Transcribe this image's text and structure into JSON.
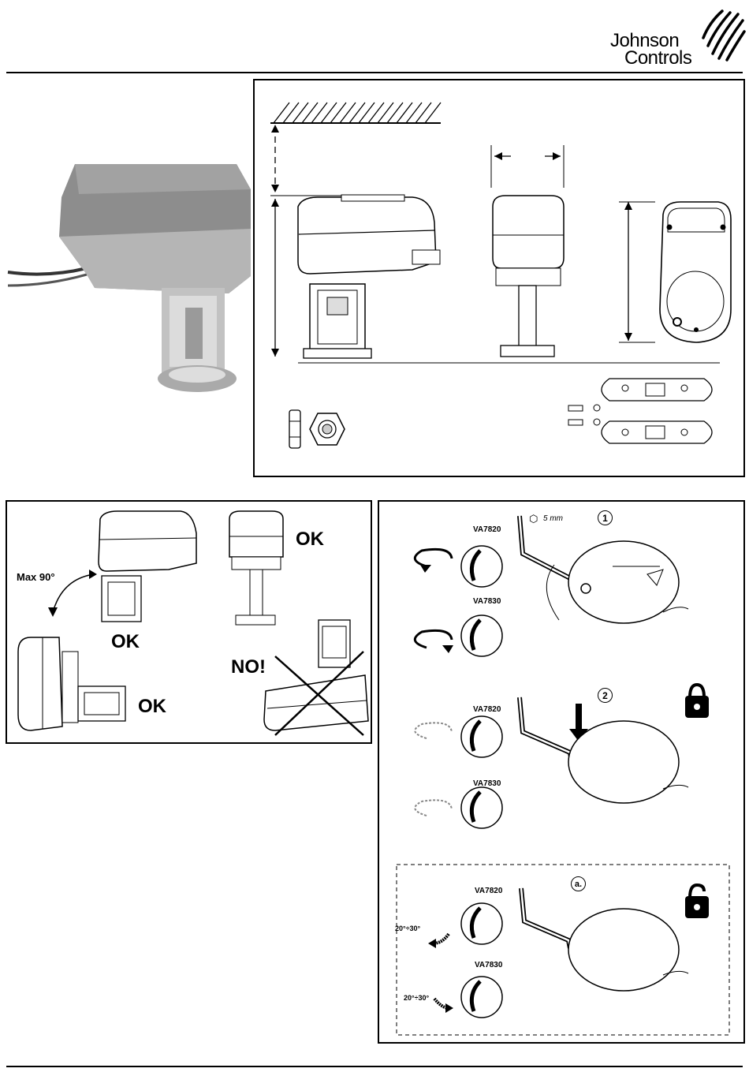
{
  "brand": {
    "line1": "Johnson",
    "line2": "Controls"
  },
  "orientation": {
    "max_angle": "Max 90°",
    "ok_top": "OK",
    "ok_left": "OK",
    "ok_bottom": "OK",
    "no": "NO!"
  },
  "manual": {
    "step1": "1",
    "step2": "2",
    "step_a": "a.",
    "hex_size": "5 mm",
    "model_a": "VA7820",
    "model_b": "VA7830",
    "angle": "20°÷30°"
  },
  "colors": {
    "housing": "#8a8a8a",
    "base": "#a6a6a6",
    "line": "#000000"
  },
  "icons": [
    "lock-closed-icon",
    "lock-open-icon",
    "hex-key-icon",
    "rotate-arrow-icon"
  ]
}
